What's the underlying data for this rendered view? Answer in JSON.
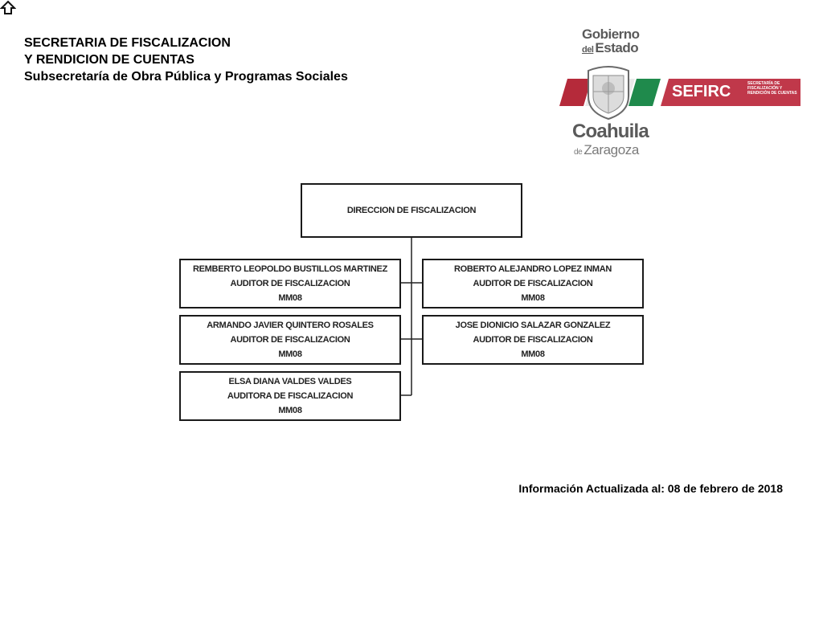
{
  "header": {
    "line1": "SECRETARIA DE FISCALIZACION",
    "line2": "Y RENDICION DE CUENTAS",
    "line3": "Subsecretaría de Obra Pública y Programas Sociales"
  },
  "logo": {
    "gob_del": "del",
    "gob_gobierno": "Gobierno",
    "gob_estado": "Estado",
    "state": "Coahuila",
    "de": "de",
    "zaragoza": "Zaragoza",
    "sefirc": "SEFIRC",
    "sefirc_sub": "SECRETARÍA DE FISCALIZACIÓN Y RENDICIÓN DE CUENTAS",
    "colors": {
      "green": "#1f8a4c",
      "red": "#b52a3a",
      "gray": "#5a5a5a"
    }
  },
  "chart": {
    "up_icon": "up-arrow-icon",
    "top": {
      "title": "DIRECCION DE FISCALIZACION"
    },
    "left": [
      {
        "name": "REMBERTO LEOPOLDO BUSTILLOS MARTINEZ",
        "role": "AUDITOR DE FISCALIZACION",
        "level": "MM08"
      },
      {
        "name": "ARMANDO JAVIER QUINTERO ROSALES",
        "role": "AUDITOR DE FISCALIZACION",
        "level": "MM08"
      },
      {
        "name": "ELSA DIANA VALDES VALDES",
        "role": "AUDITORA DE FISCALIZACION",
        "level": "MM08"
      }
    ],
    "right": [
      {
        "name": "ROBERTO ALEJANDRO LOPEZ INMAN",
        "role": "AUDITOR DE FISCALIZACION",
        "level": "MM08"
      },
      {
        "name": "JOSE DIONICIO SALAZAR GONZALEZ",
        "role": "AUDITOR DE FISCALIZACION",
        "level": "MM08"
      }
    ]
  },
  "footer": {
    "updated": "Información Actualizada al: 08 de febrero de 2018"
  }
}
